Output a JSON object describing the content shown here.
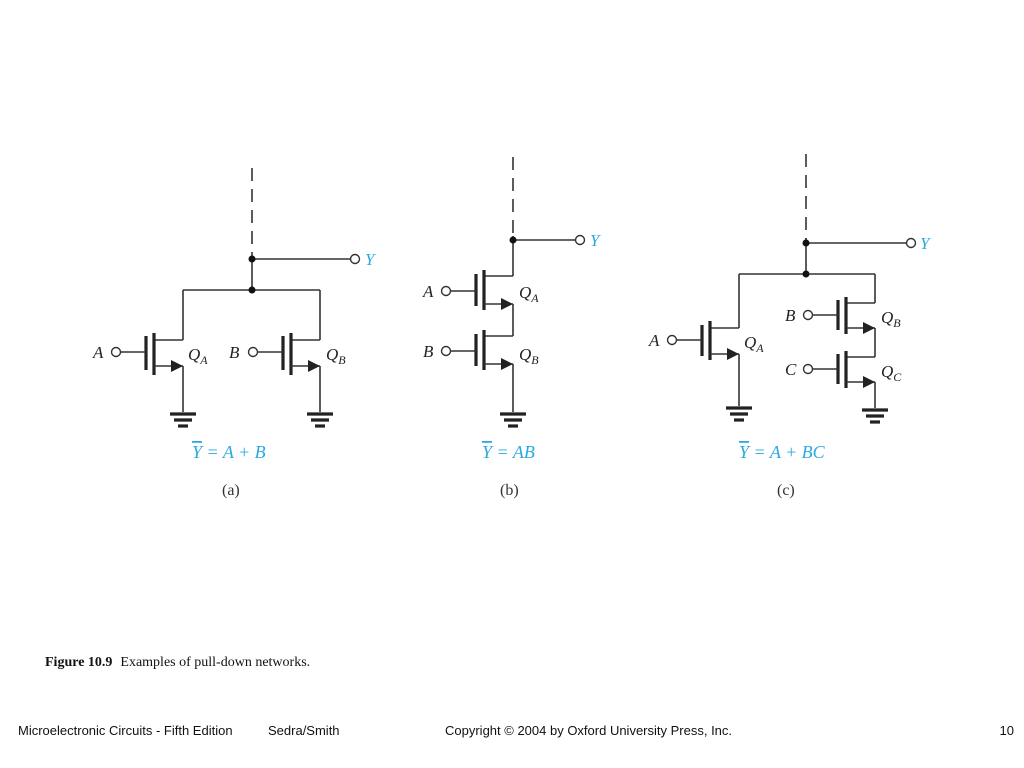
{
  "circuits": {
    "a": {
      "output": "Y",
      "transistor_a": {
        "input": "A",
        "name": "Q",
        "sub": "A"
      },
      "transistor_b": {
        "input": "B",
        "name": "Q",
        "sub": "B"
      },
      "eq_lhs": "Y",
      "eq_rhs": " = A + B",
      "caption": "(a)"
    },
    "b": {
      "output": "Y",
      "transistor_a": {
        "input": "A",
        "name": "Q",
        "sub": "A"
      },
      "transistor_b": {
        "input": "B",
        "name": "Q",
        "sub": "B"
      },
      "eq_lhs": "Y",
      "eq_rhs": " = AB",
      "caption": "(b)"
    },
    "c": {
      "output": "Y",
      "transistor_a": {
        "input": "A",
        "name": "Q",
        "sub": "A"
      },
      "transistor_b": {
        "input": "B",
        "name": "Q",
        "sub": "B"
      },
      "transistor_c": {
        "input": "C",
        "name": "Q",
        "sub": "C"
      },
      "eq_lhs": "Y",
      "eq_rhs": " = A + BC",
      "caption": "(c)"
    }
  },
  "figure_caption": {
    "label": "Figure 10.9",
    "text": "Examples of pull-down networks."
  },
  "footer": {
    "book": "Microelectronic Circuits - Fifth Edition",
    "authors": "Sedra/Smith",
    "copyright": "Copyright © 2004 by Oxford University Press, Inc.",
    "page": "10"
  },
  "colors": {
    "wire": "#333333",
    "output_label": "#2aa9e0"
  }
}
